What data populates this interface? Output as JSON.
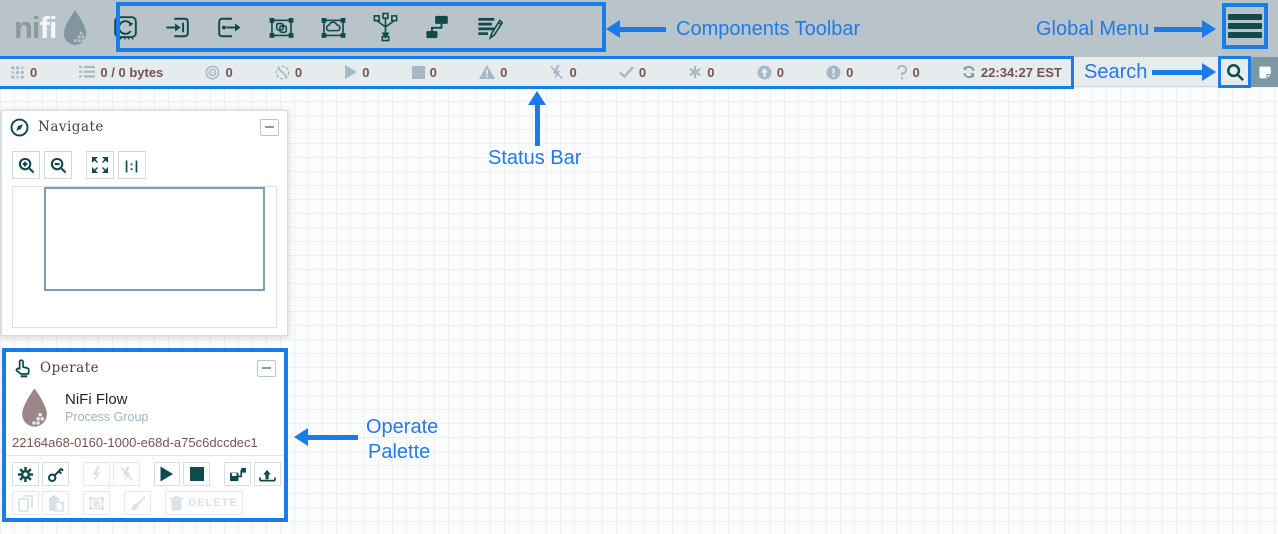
{
  "app": {
    "logo_ni": "ni",
    "logo_fi": "fi"
  },
  "components_toolbar": {
    "items": [
      "processor",
      "input-port",
      "output-port",
      "process-group",
      "remote-process-group",
      "funnel",
      "template",
      "label"
    ]
  },
  "status_bar": {
    "items": [
      {
        "icon": "active-threads",
        "value": "0"
      },
      {
        "icon": "queued",
        "value": "0 / 0 bytes"
      },
      {
        "icon": "transmitting-remote-process-groups",
        "value": "0"
      },
      {
        "icon": "not-transmitting-remote-process-groups",
        "value": "0"
      },
      {
        "icon": "running-components",
        "value": "0"
      },
      {
        "icon": "stopped-components",
        "value": "0"
      },
      {
        "icon": "invalid-components",
        "value": "0"
      },
      {
        "icon": "disabled-components",
        "value": "0"
      },
      {
        "icon": "up-to-date-versioned-flows",
        "value": "0"
      },
      {
        "icon": "locally-modified-versioned-flows",
        "value": "0"
      },
      {
        "icon": "stale-versioned-flows",
        "value": "0"
      },
      {
        "icon": "locally-modified-and-stale-versioned-flows",
        "value": "0"
      },
      {
        "icon": "sync-failure-versioned-flows",
        "value": "0"
      }
    ],
    "last_refreshed": "22:34:27 EST"
  },
  "navigate": {
    "title": "Navigate"
  },
  "operate": {
    "title": "Operate",
    "flow_name": "NiFi Flow",
    "flow_type": "Process Group",
    "flow_id": "22164a68-0160-1000-e68d-a75c6dccdec1",
    "delete_label": "DELETE"
  },
  "annotations": {
    "components_toolbar": "Components Toolbar",
    "global_menu": "Global Menu",
    "status_bar": "Status Bar",
    "search": "Search",
    "operate_palette_line1": "Operate",
    "operate_palette_line2": "Palette"
  },
  "colors": {
    "annotation_blue": "#1b7ce8",
    "brand_teal": "#0f4a4c",
    "status_value_maroon": "#775351",
    "header_bg": "#b8c4ca",
    "status_bar_bg": "#e6ebee"
  }
}
